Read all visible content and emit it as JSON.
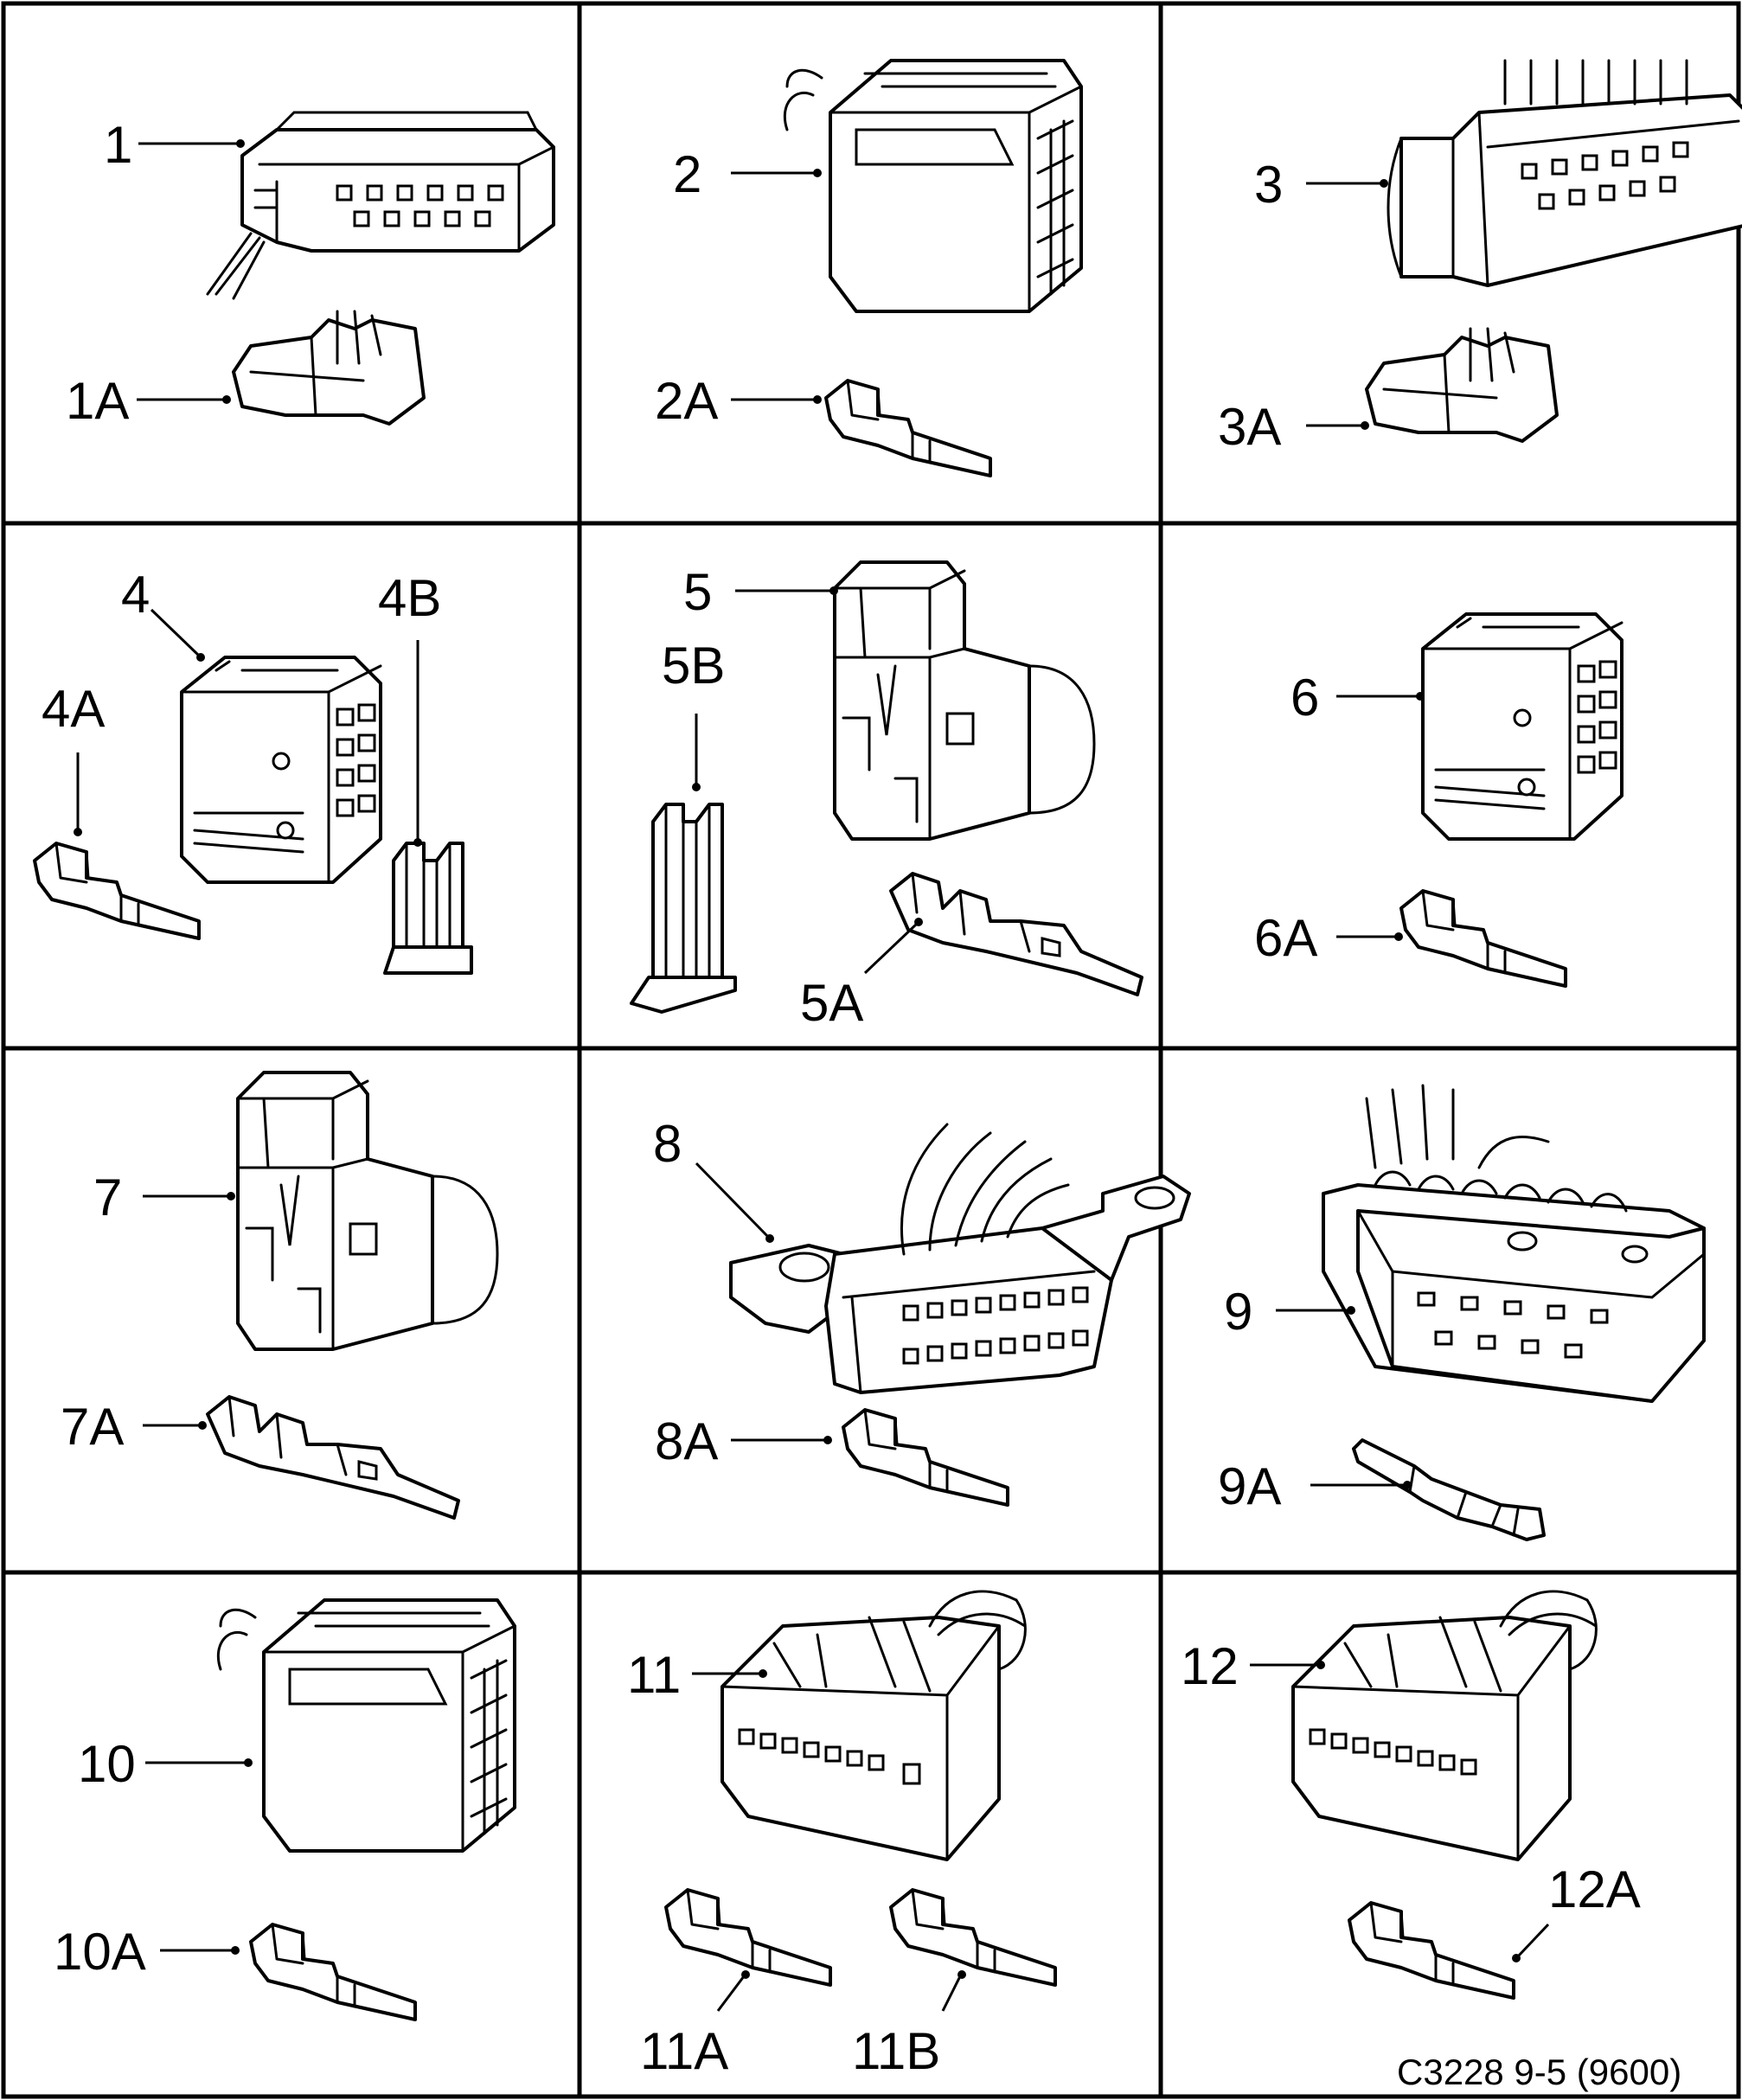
{
  "title": "",
  "drawing_code": "C3228 9-5 (9600)",
  "labels": {
    "p1": "1",
    "p1a": "1A",
    "p2": "2",
    "p2a": "2A",
    "p3": "3",
    "p3a": "3A",
    "p4": "4",
    "p4a": "4A",
    "p4b": "4B",
    "p5": "5",
    "p5a": "5A",
    "p5b": "5B",
    "p6": "6",
    "p6a": "6A",
    "p7": "7",
    "p7a": "7A",
    "p8": "8",
    "p8a": "8A",
    "p9": "9",
    "p9a": "9A",
    "p10": "10",
    "p10a": "10A",
    "p11": "11",
    "p11a": "11A",
    "p11b": "11B",
    "p12": "12",
    "p12a": "12A"
  }
}
